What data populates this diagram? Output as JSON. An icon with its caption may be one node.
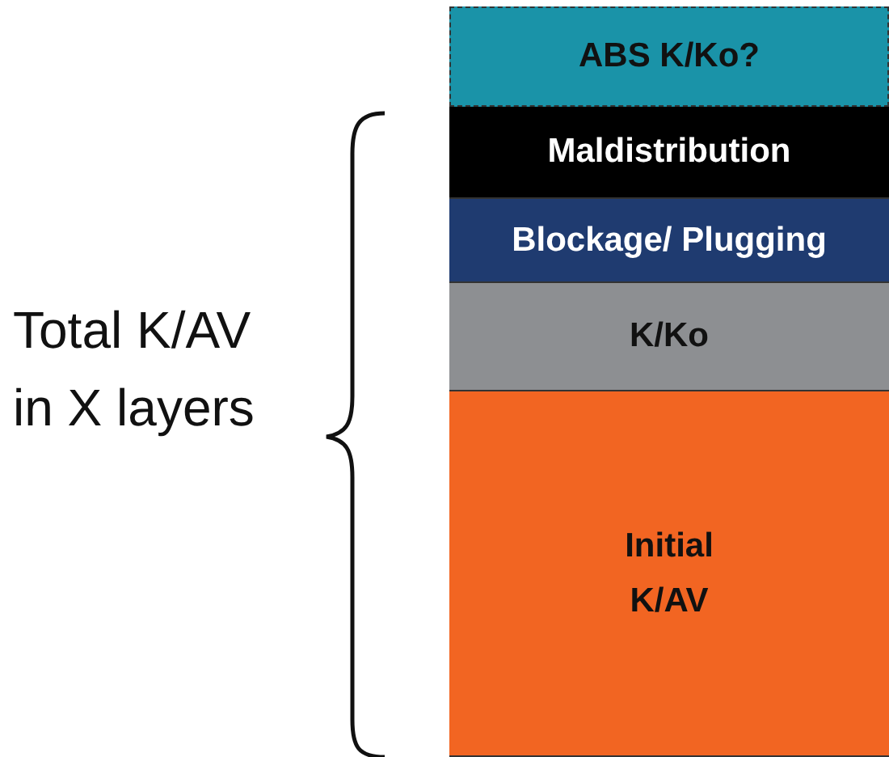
{
  "diagram": {
    "nodes": [
      {
        "text": [
          "ABS K/Ko?"
        ]
      },
      {
        "text": [
          "Maldistribution"
        ]
      },
      {
        "text": [
          "Blockage/ Plugging"
        ]
      },
      {
        "text": [
          "K/Ko"
        ]
      },
      {
        "text": [
          "Initial K/AV"
        ]
      }
    ],
    "labels": [
      "Total K/AV in X layers"
    ]
  }
}
